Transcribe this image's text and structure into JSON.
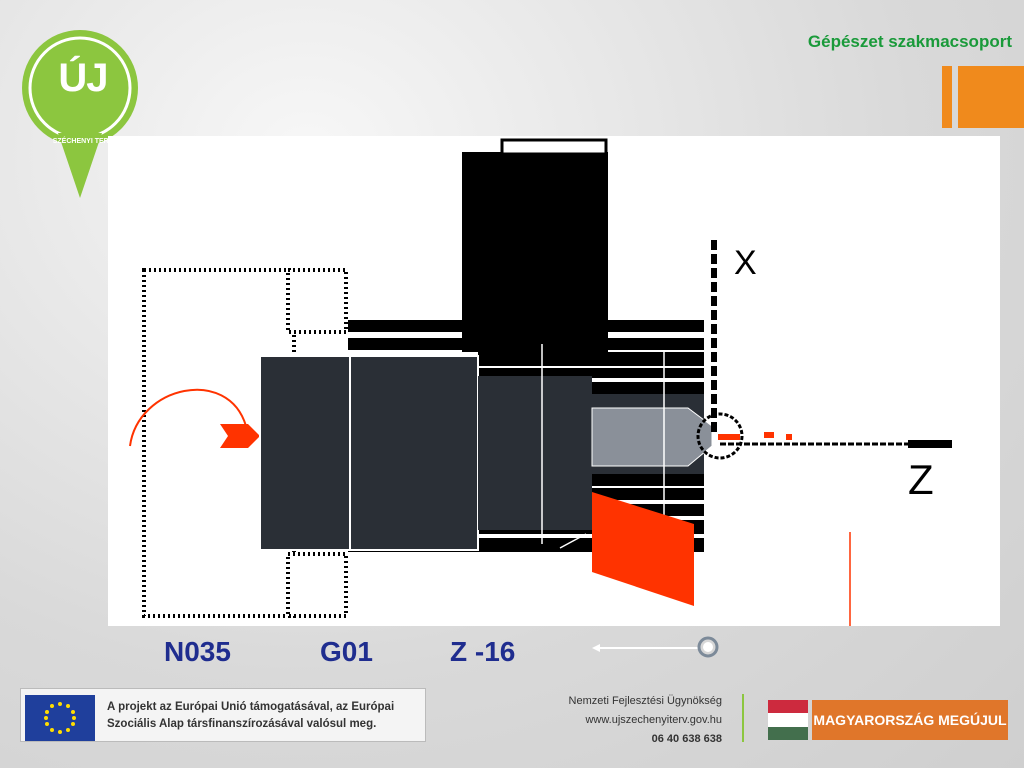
{
  "header": {
    "title": "Gépészet szakmacsoport"
  },
  "logo": {
    "main": "ÚJ",
    "sub": "SZÉCHENYI TERV",
    "color": "#8cc63f"
  },
  "drawing": {
    "axis_x_label": "X",
    "axis_z_label": "Z"
  },
  "program": {
    "block": "N035",
    "gcode": "G01",
    "coordinate": "Z -16"
  },
  "footer": {
    "eu_line1": "A projekt az Európai Unió támogatásával, az Európai",
    "eu_line2": "Szociális Alap társfinanszírozásával valósul meg.",
    "agency": "Nemzeti Fejlesztési Ügynökség",
    "website": "www.ujszechenyiterv.gov.hu",
    "phone": "06 40 638 638",
    "slogan": "MAGYARORSZÁG MEGÚJUL"
  },
  "colors": {
    "accent_orange": "#f08a1c",
    "cutting_red": "#ff3300",
    "title_green": "#1a9a3a",
    "program_blue": "#1f2d8f"
  }
}
